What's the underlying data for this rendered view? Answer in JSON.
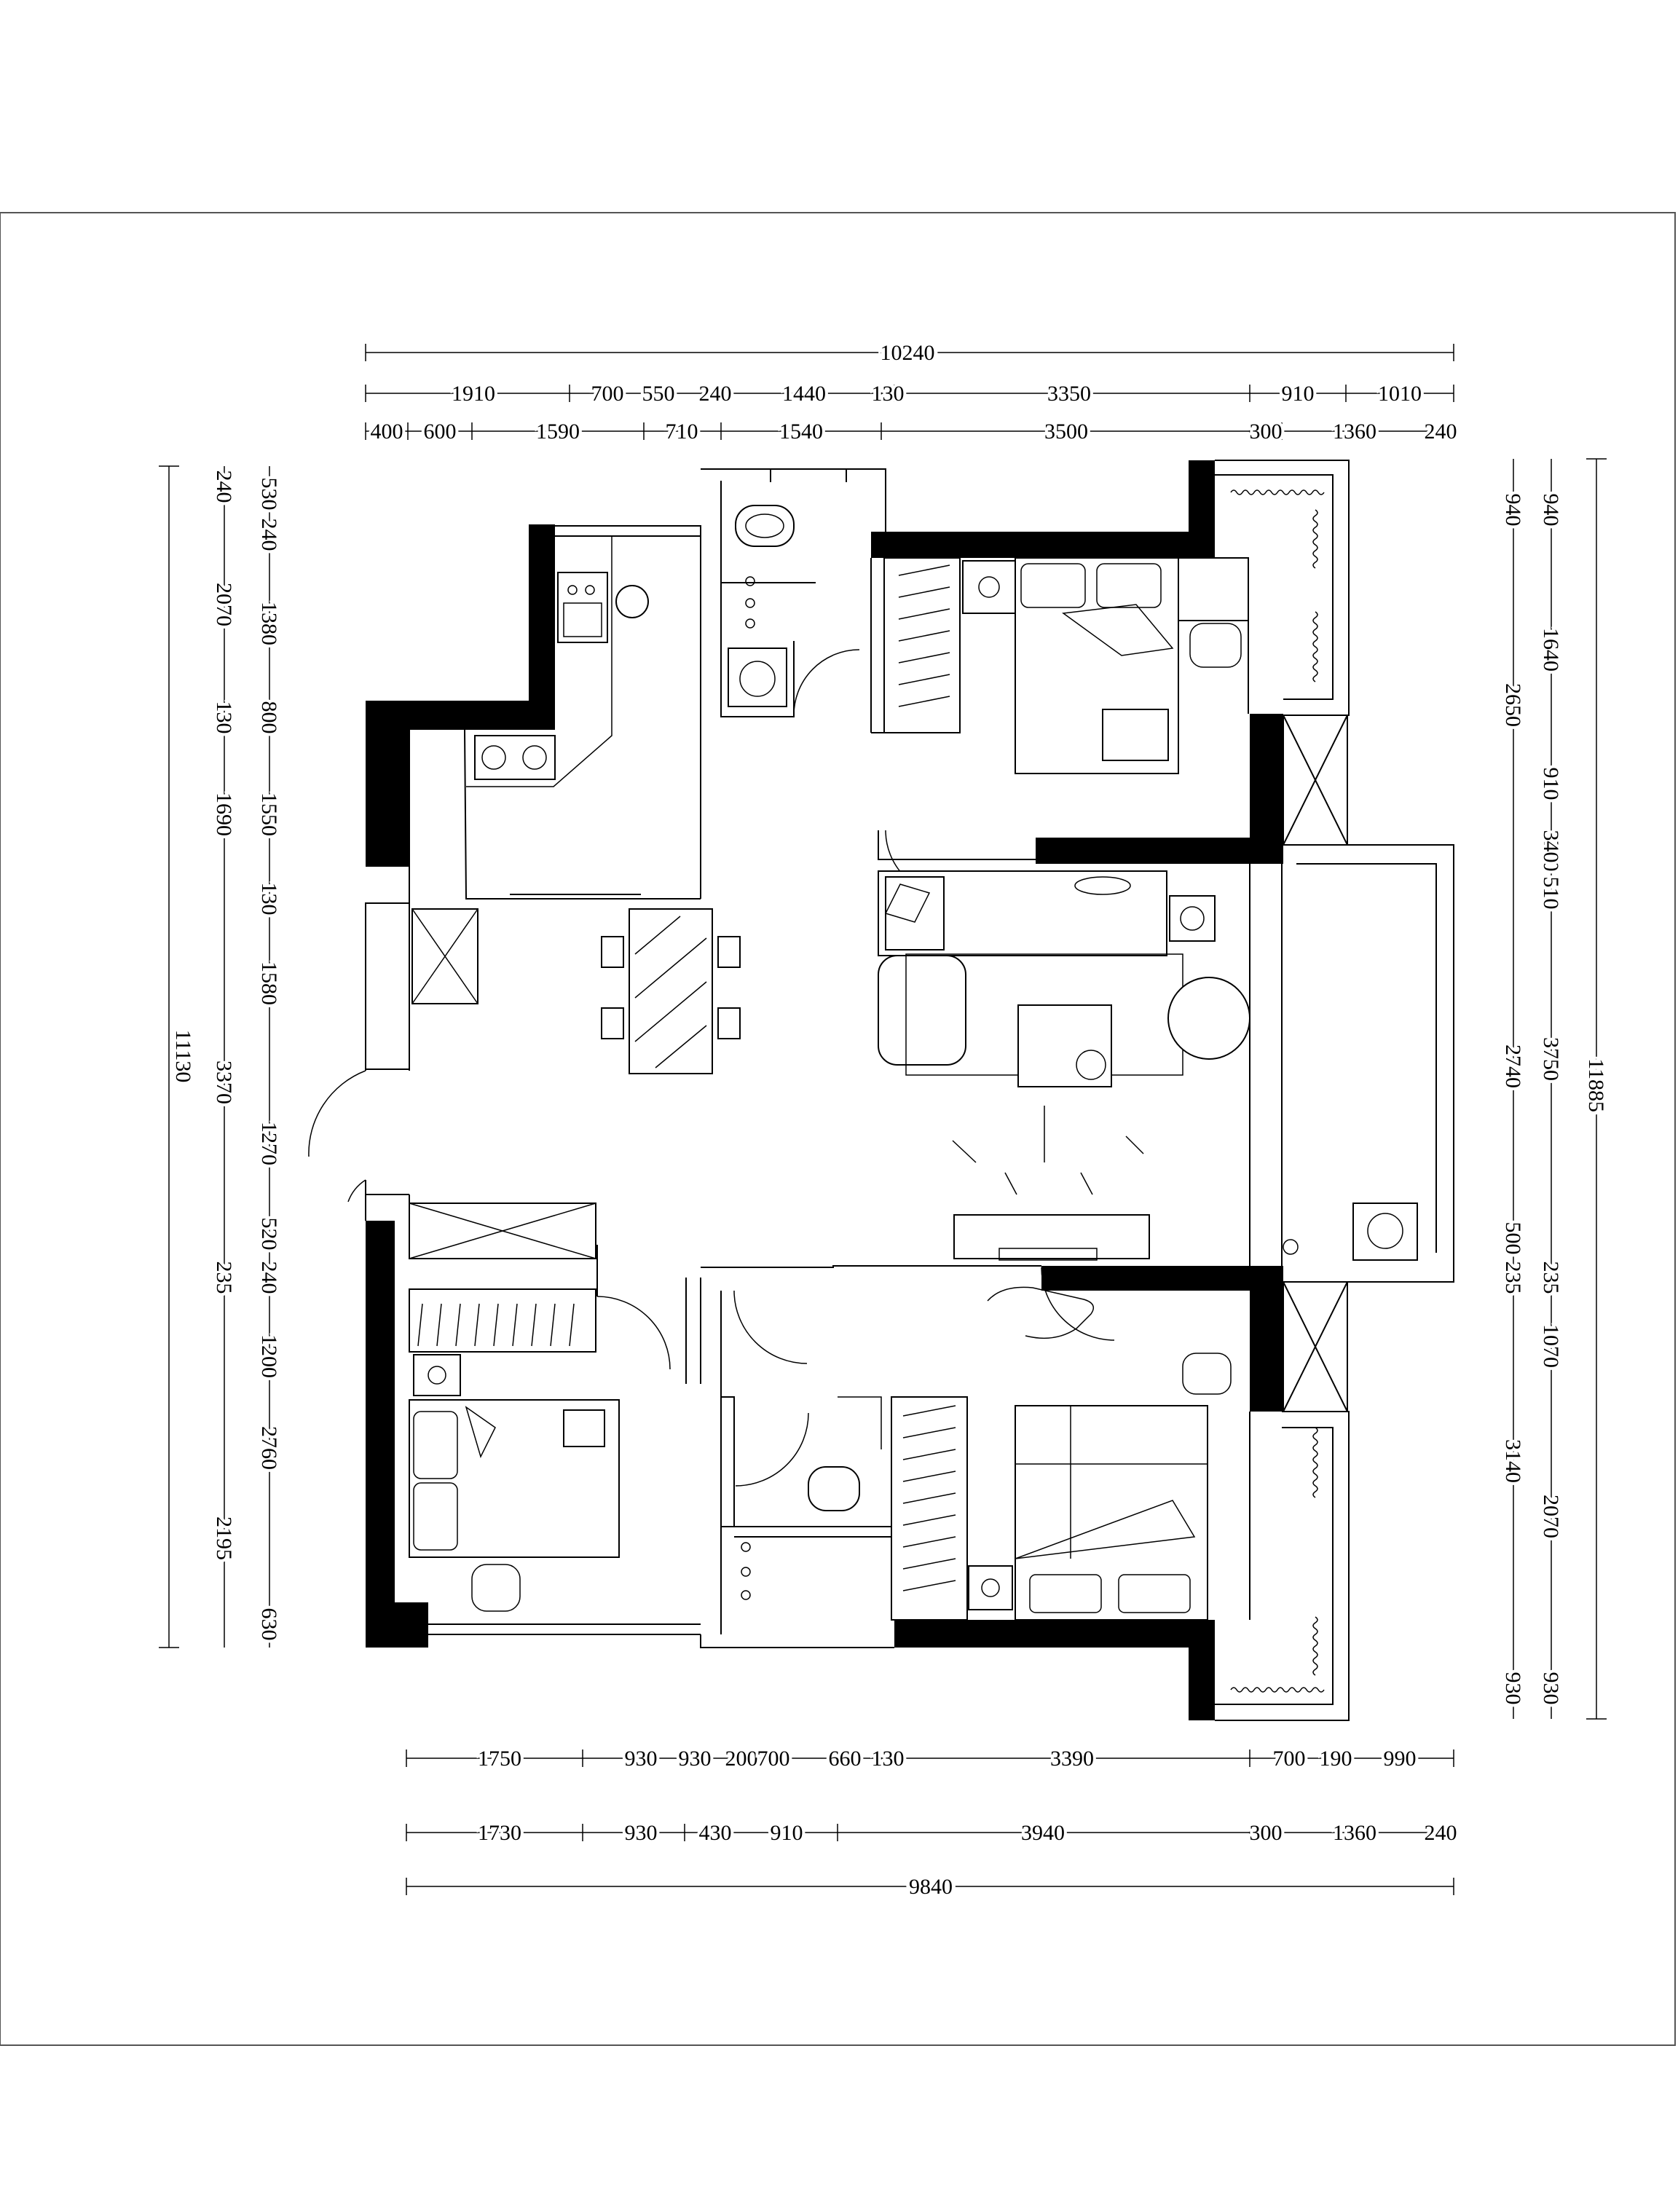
{
  "plan": {
    "top_dims": {
      "overall": "10240",
      "row1": [
        "1910",
        "700",
        "550",
        "240",
        "1440",
        "130",
        "3350",
        "910",
        "1010"
      ],
      "row2": [
        "400",
        "600",
        "1590",
        "710",
        "1540",
        "3500",
        "300",
        "1360",
        "240"
      ]
    },
    "bottom_dims": {
      "row1": [
        "1750",
        "930",
        "930",
        "200",
        "700",
        "660",
        "130",
        "3390",
        "700",
        "190",
        "990"
      ],
      "row2": [
        "1730",
        "930",
        "430",
        "910",
        "3940",
        "300",
        "1360",
        "240"
      ],
      "overall": "9840"
    },
    "left_dims": {
      "overall": "11130",
      "col_outer": [
        "240",
        "2070",
        "130",
        "1690",
        "3370",
        "2195"
      ],
      "col_inner": [
        "530",
        "240",
        "1380",
        "800",
        "1550",
        "130",
        "1580",
        "1270",
        "520",
        "240",
        "235",
        "1200",
        "2760",
        "630"
      ]
    },
    "right_dims": {
      "overall": "11885",
      "col_outer": [
        "940",
        "2650",
        "2740",
        "500",
        "235",
        "3140",
        "930"
      ],
      "col_inner": [
        "940",
        "1640",
        "910",
        "240",
        "340",
        "510",
        "3750",
        "235",
        "1070",
        "2070",
        "930"
      ]
    }
  }
}
